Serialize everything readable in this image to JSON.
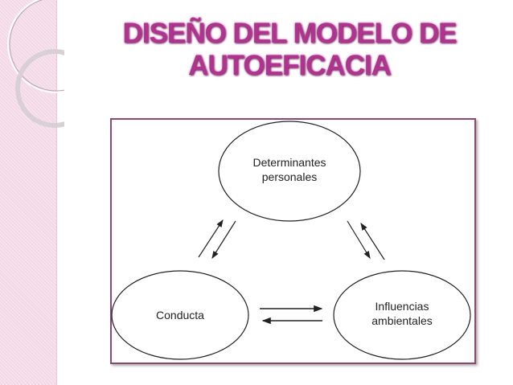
{
  "title": {
    "line1": "DISEÑO DEL MODELO DE",
    "line2": "AUTOEFICACIA"
  },
  "diagram": {
    "nodes": {
      "personal": {
        "line1": "Determinantes",
        "line2": "personales"
      },
      "behavior": {
        "label": "Conducta"
      },
      "environment": {
        "line1": "Influencias",
        "line2": "ambientales"
      }
    }
  },
  "colors": {
    "accent": "#b0338f",
    "frame": "#8a4a72",
    "sidebar": "#f3d9e6"
  }
}
